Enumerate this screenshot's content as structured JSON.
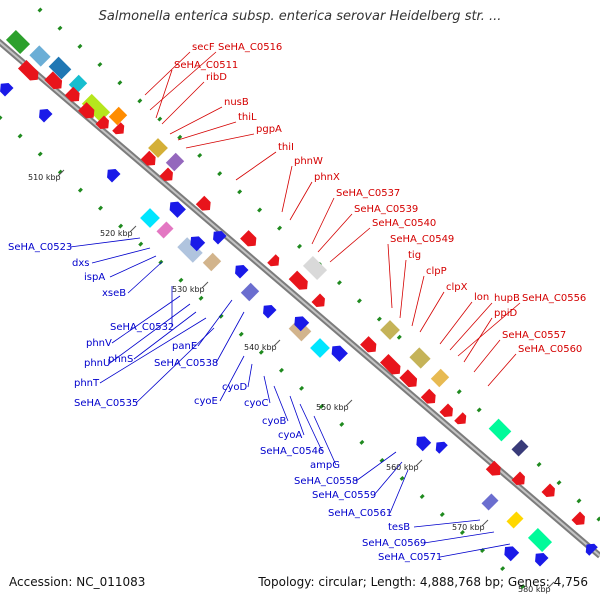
{
  "header": {
    "title": "Salmonella enterica subsp. enterica serovar Heidelberg str. ..."
  },
  "footer": {
    "accession": "Accession: NC_011083",
    "summary": "Topology: circular; Length: 4,888,768 bp; Genes: 4,756"
  },
  "colors": {
    "forward_label": "#d40000",
    "reverse_label": "#0000cc",
    "forward_arrow": "#e8141b",
    "reverse_arrow": "#1a1ae8",
    "backbone": "#9a9a9a",
    "gc_tick": "#1f8a1f"
  },
  "scale_ticks": [
    "510 kbp",
    "520 kbp",
    "530 kbp",
    "540 kbp",
    "550 kbp",
    "560 kbp",
    "570 kbp",
    "580 kbp"
  ],
  "forward_labels": [
    "secF",
    "SeHA_C0516",
    "SeHA_C0511",
    "ribD",
    "nusB",
    "thiL",
    "pgpA",
    "thiI",
    "phnW",
    "phnX",
    "SeHA_C0537",
    "SeHA_C0539",
    "SeHA_C0540",
    "SeHA_C0549",
    "tig",
    "clpP",
    "clpX",
    "lon",
    "hupB",
    "SeHA_C0556",
    "ppiD",
    "SeHA_C0557",
    "SeHA_C0560"
  ],
  "reverse_labels": [
    "SeHA_C0523",
    "dxs",
    "ispA",
    "xseB",
    "SeHA_C0532",
    "phnV",
    "phnU",
    "phnS",
    "phnT",
    "SeHA_C0535",
    "panE",
    "SeHA_C0538",
    "cyoE",
    "cyoD",
    "cyoC",
    "cyoB",
    "cyoA",
    "SeHA_C0546",
    "ampG",
    "SeHA_C0558",
    "SeHA_C0559",
    "SeHA_C0561",
    "tesB",
    "SeHA_C0569",
    "SeHA_C0571"
  ]
}
